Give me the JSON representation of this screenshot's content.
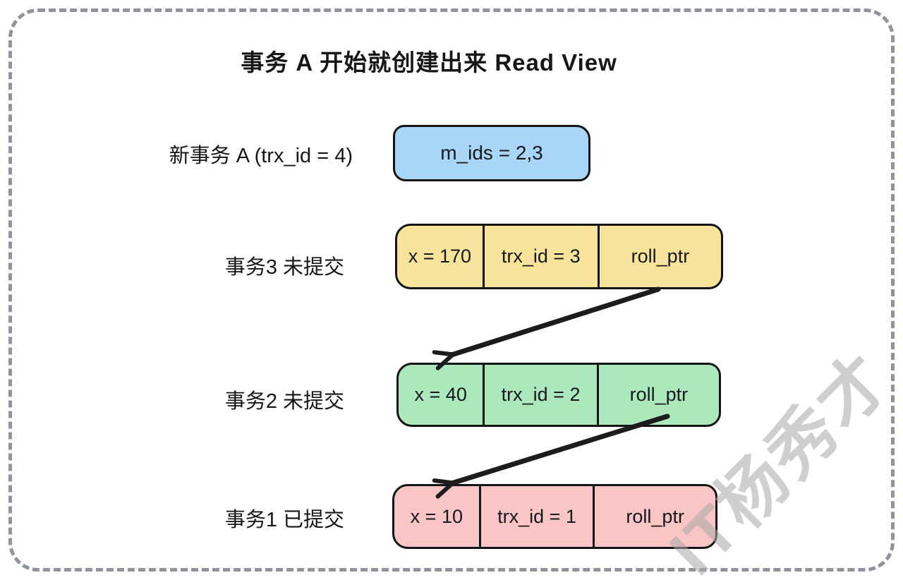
{
  "title": "事务 A 开始就创建出来 Read View",
  "watermark": "IT杨秀才",
  "read_view": {
    "label": "新事务 A (trx_id = 4)",
    "value": "m_ids = 2,3",
    "color": "#a9d6f6"
  },
  "versions": [
    {
      "label": "事务3 未提交",
      "status": "未提交",
      "cells": [
        "x = 170",
        "trx_id = 3",
        "roll_ptr"
      ],
      "color": "#f8e39a"
    },
    {
      "label": "事务2 未提交",
      "status": "未提交",
      "cells": [
        "x = 40",
        "trx_id = 2",
        "roll_ptr"
      ],
      "color": "#abe9bd"
    },
    {
      "label": "事务1 已提交",
      "status": "已提交",
      "cells": [
        "x = 10",
        "trx_id = 1",
        "roll_ptr"
      ],
      "color": "#f9c5c5"
    }
  ],
  "colors": {
    "box_stroke": "#141414",
    "frame_dash": "#8e939c",
    "arrow": "#1c1c1c",
    "watermark": "#a8a8a8",
    "text": "#161616"
  }
}
